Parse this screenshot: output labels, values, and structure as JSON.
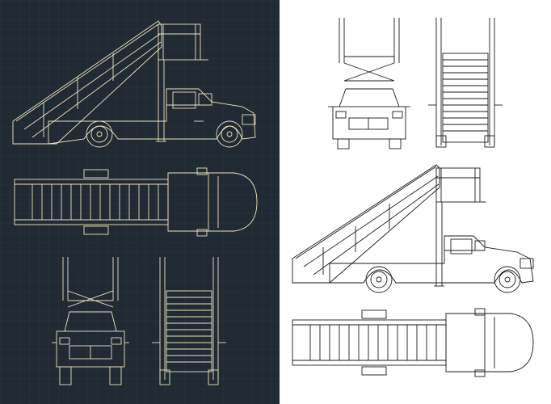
{
  "colors": {
    "dark_bg": "#1f2a32",
    "dark_grid": "#2c3a44",
    "dark_line": "#efe3c0",
    "light_bg": "#ffffff",
    "light_line": "#1a1a1a"
  },
  "panels": [
    {
      "side": "left",
      "theme": "dark",
      "views": [
        "side-view",
        "top-view",
        "front-view",
        "rear-view"
      ]
    },
    {
      "side": "right",
      "theme": "light",
      "views": [
        "front-view",
        "rear-view",
        "side-view",
        "top-view"
      ]
    }
  ]
}
